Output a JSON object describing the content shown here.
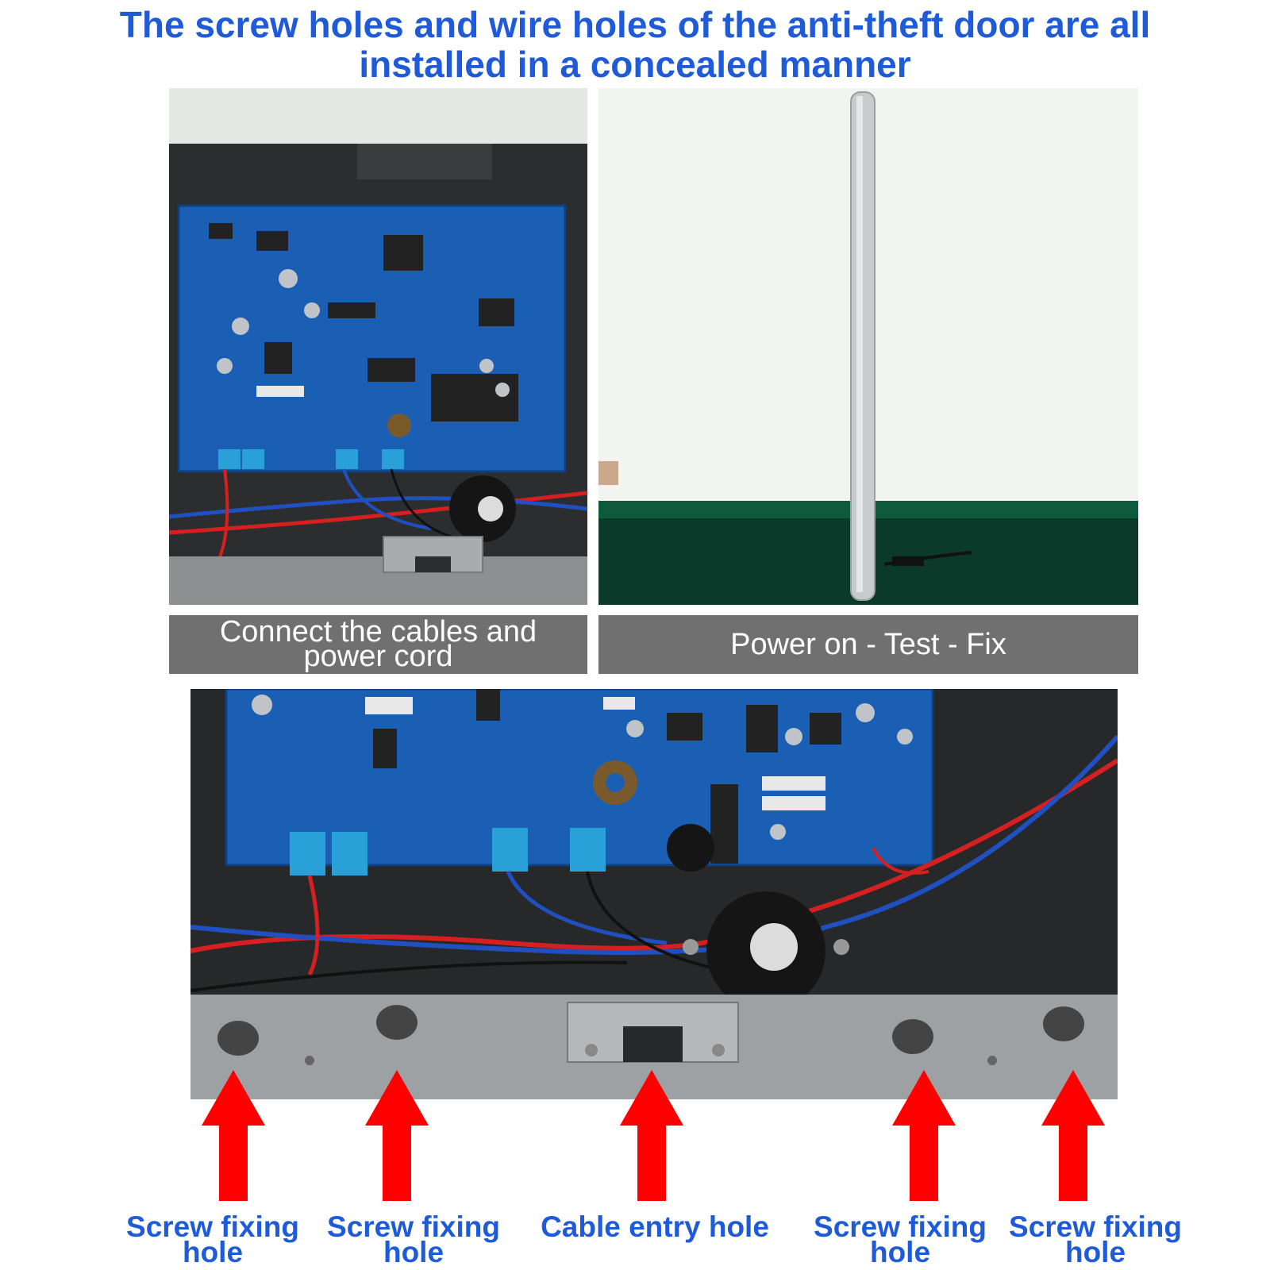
{
  "title": {
    "line1": "The screw holes and wire holes of the anti-theft door are all",
    "line2": "installed in a concealed manner"
  },
  "captions": {
    "left_line1": "Connect the cables and",
    "left_line2": "power cord",
    "right": "Power on - Test - Fix"
  },
  "labels": [
    {
      "line1": "Screw fixing",
      "line2": "hole"
    },
    {
      "line1": "Screw fixing",
      "line2": "hole"
    },
    {
      "line1": "Cable entry hole",
      "line2": ""
    },
    {
      "line1": "Screw fixing",
      "line2": "hole"
    },
    {
      "line1": "Screw fixing",
      "line2": "hole"
    }
  ],
  "colors": {
    "title": "#1f5ad8",
    "caption_bg": "#707070",
    "arrow": "#ff0000",
    "pcb": "#1a5fb4"
  }
}
